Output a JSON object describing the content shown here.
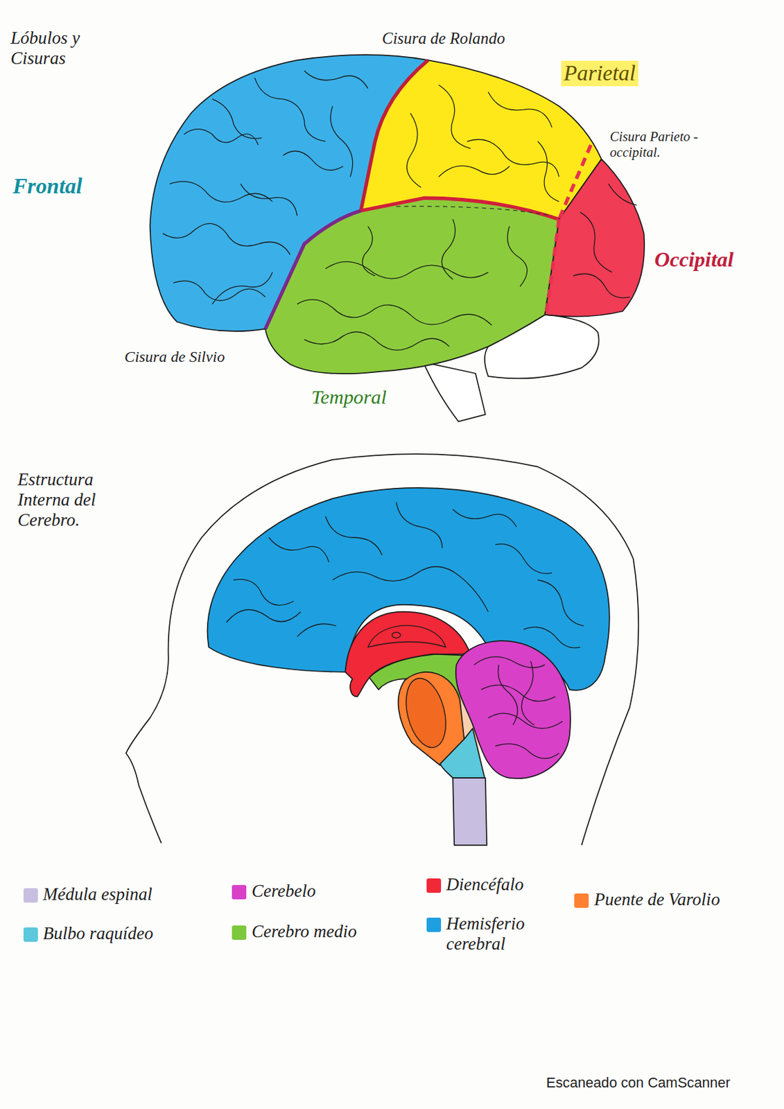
{
  "diagram": {
    "labels": [
      "Lóbulos y Cisuras",
      "Cisura de Rolando",
      "Parietal",
      "Cisura Parieto - occipital.",
      "Frontal",
      "Occipital",
      "Cisura de Silvio",
      "Temporal",
      "Estructura Interna del Cerebro.",
      "Escaneado con CamScanner"
    ],
    "legend": [
      {
        "text": "Médula espinal",
        "color": "#c8bfe0"
      },
      {
        "text": "Bulbo raquídeo",
        "color": "#5cc8dc"
      },
      {
        "text": "Cerebelo",
        "color": "#d840c8"
      },
      {
        "text": "Cerebro medio",
        "color": "#7cc83c"
      },
      {
        "text": "Diencéfalo",
        "color": "#f02838"
      },
      {
        "text": "Hemisferio cerebral",
        "color": "#1ea0e0"
      },
      {
        "text": "Puente de Varolio",
        "color": "#ff8030"
      }
    ]
  }
}
